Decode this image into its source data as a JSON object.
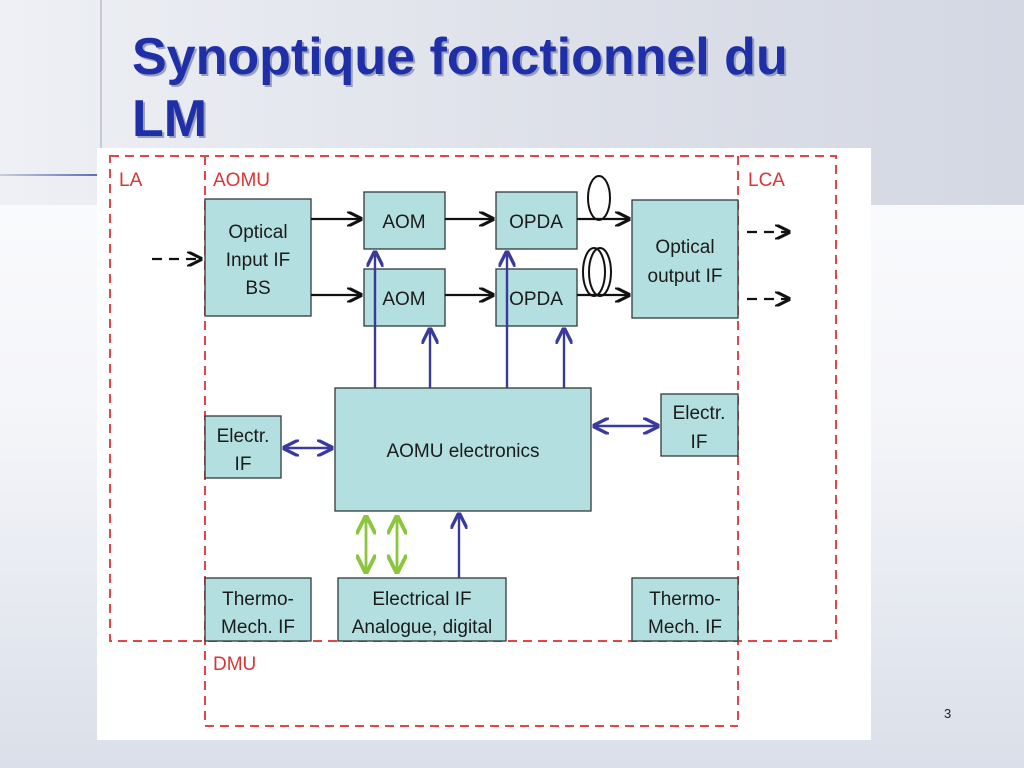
{
  "slide": {
    "title": "Synoptique fonctionnel du\nLM",
    "page_number": "3"
  },
  "diagram": {
    "regions": {
      "la": "LA",
      "aomu": "AOMU",
      "lca": "LCA",
      "dmu": "DMU"
    },
    "blocks": {
      "optical_input": [
        "Optical",
        "Input IF",
        "BS"
      ],
      "aom_1": [
        "AOM"
      ],
      "aom_2": [
        "AOM"
      ],
      "opda_1": [
        "OPDA"
      ],
      "opda_2": [
        "OPDA"
      ],
      "optical_output": [
        "Optical",
        "output IF"
      ],
      "electronics": [
        "AOMU electronics"
      ],
      "electr_if_left": [
        "Electr.",
        "IF"
      ],
      "electr_if_right": [
        "Electr.",
        "IF"
      ],
      "thermo_left": [
        "Thermo-",
        "Mech. IF"
      ],
      "electrical_if": [
        "Electrical IF",
        "Analogue, digital"
      ],
      "thermo_right": [
        "Thermo-",
        "Mech. IF"
      ]
    },
    "colors": {
      "block_fill": "#b4dfe0",
      "block_border": "#2f3a3a",
      "dashed_boundary": "#e04848",
      "blue_arrow": "#3a3a9c",
      "green_arrow": "#8cc63f",
      "black_arrow": "#111111"
    }
  }
}
